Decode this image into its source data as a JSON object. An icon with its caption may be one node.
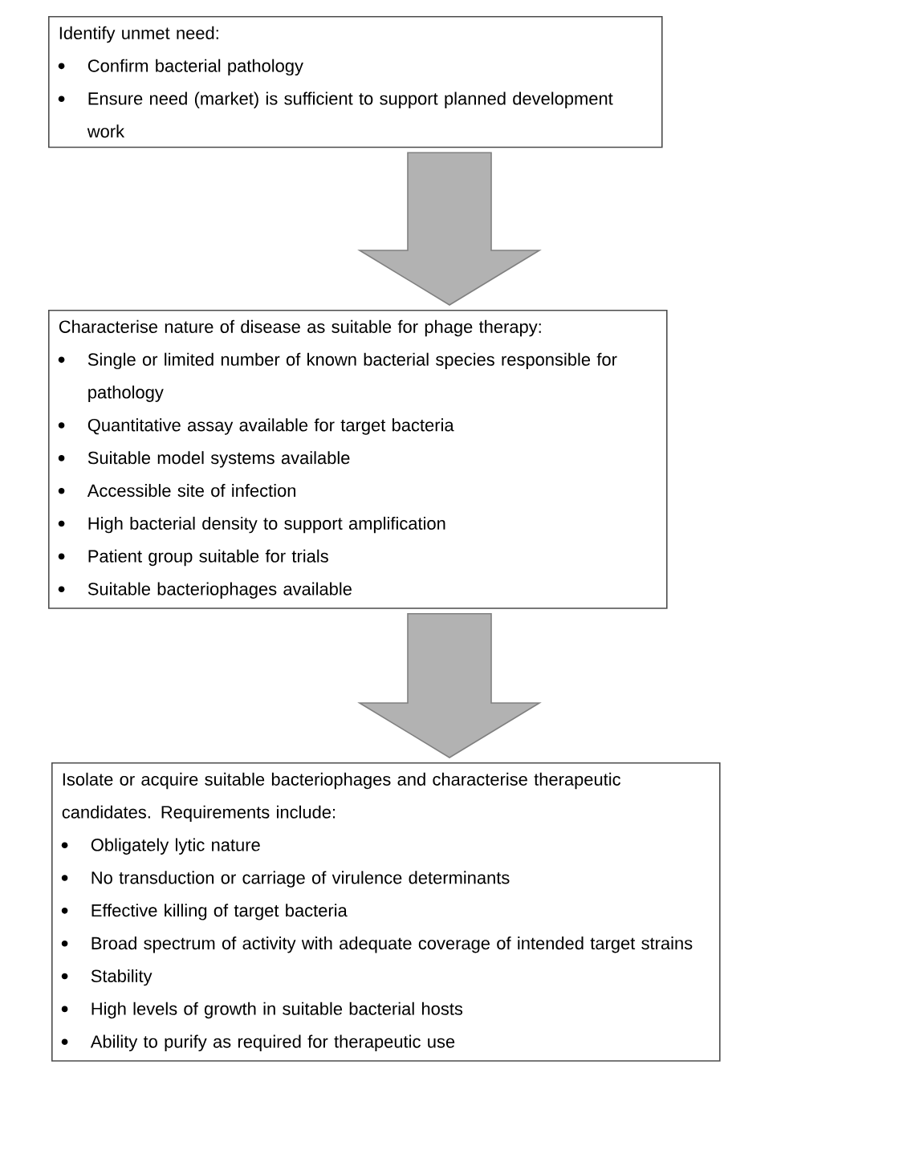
{
  "diagram": {
    "nodes": [
      {
        "text": [
          "Identify unmet need:",
          "Confirm bacterial pathology",
          "Ensure need (market) is sufficient to support planned development work"
        ]
      },
      {
        "text": [
          "Characterise nature of disease as suitable for phage therapy:",
          "Single or limited number of known bacterial species responsible for pathology",
          "Quantitative assay available for target bacteria",
          "Suitable model systems available",
          "Accessible site of infection",
          "High bacterial density to support amplification",
          "Patient group suitable for trials",
          "Suitable bacteriophages available"
        ]
      },
      {
        "text": [
          "Isolate or acquire suitable bacteriophages and characterise therapeutic candidates. Requirements include:",
          "Obligately lytic nature",
          "No transduction or carriage of virulence determinants",
          "Effective killing of target bacteria",
          "Broad spectrum of activity with adequate coverage of intended target strains",
          "Stability",
          "High levels of growth in suitable bacterial hosts",
          "Ability to purify as required for therapeutic use"
        ]
      }
    ],
    "edges": [
      {
        "from": 0,
        "to": 1,
        "arrow": "to"
      },
      {
        "from": 1,
        "to": 2,
        "arrow": "to"
      }
    ]
  }
}
